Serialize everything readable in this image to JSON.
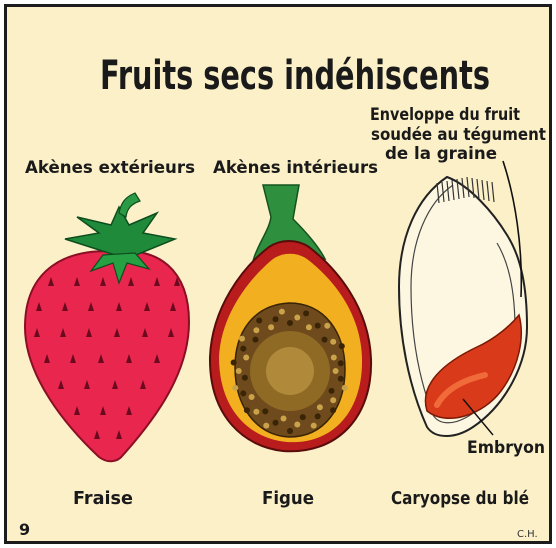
{
  "title": "Fruits secs indéhiscents",
  "labels": {
    "akenes_ext": "Akènes extérieurs",
    "akenes_int": "Akènes intérieurs",
    "enveloppe_1": "Enveloppe du fruit",
    "enveloppe_2": "soudée au tégument",
    "enveloppe_3": "de la graine",
    "embryon": "Embryon"
  },
  "captions": {
    "fraise": "Fraise",
    "figue": "Figue",
    "caryopse": "Caryopse du blé"
  },
  "plate_number": "9",
  "signature": "C.H.",
  "colors": {
    "background": "#fbf0c8",
    "strawberry": "#e8264e",
    "leaf": "#1f8a3a",
    "fig_flesh": "#f2b020",
    "fig_skin": "#b81c1c",
    "embryo": "#d93a1a",
    "text": "#1a1a1a"
  }
}
